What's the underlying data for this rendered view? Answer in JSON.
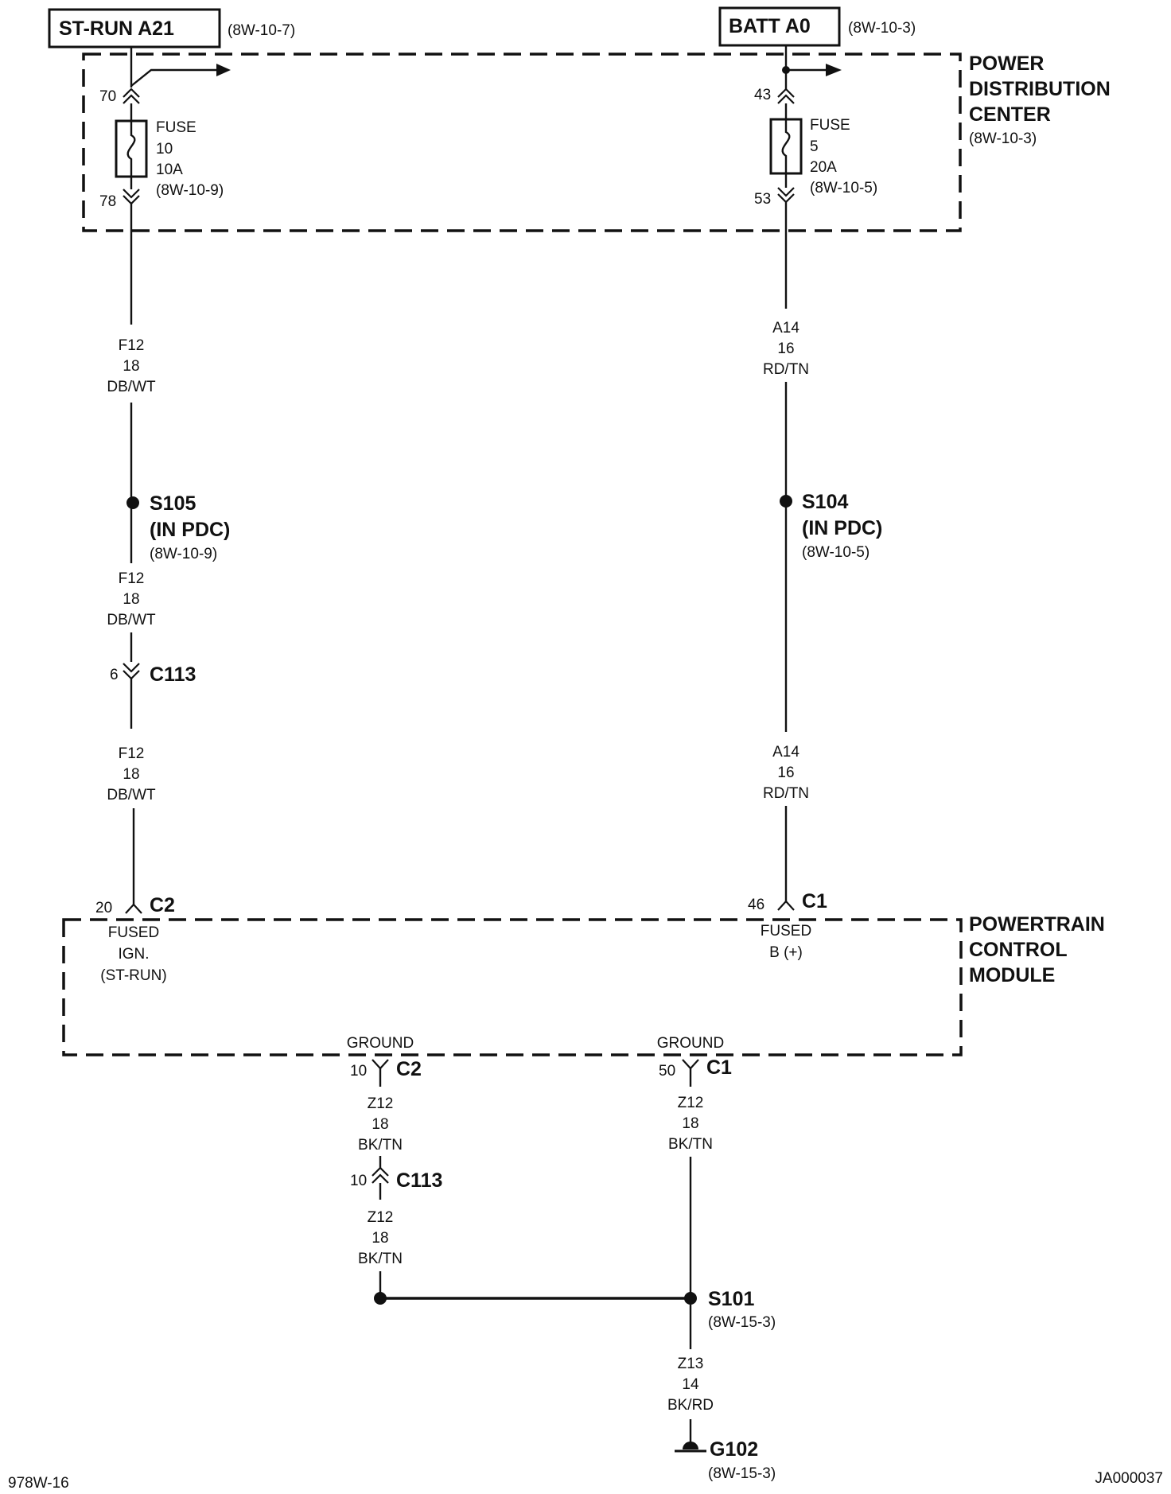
{
  "sources": {
    "st_run": {
      "name": "ST-RUN A21",
      "ref": "(8W-10-7)"
    },
    "batt": {
      "name": "BATT A0",
      "ref": "(8W-10-3)"
    }
  },
  "pdc": {
    "line1": "POWER",
    "line2": "DISTRIBUTION",
    "line3": "CENTER",
    "ref": "(8W-10-3)"
  },
  "fuse10": {
    "in_pin": "70",
    "out_pin": "78",
    "line1": "FUSE",
    "line2": "10",
    "line3": "10A",
    "ref": "(8W-10-9)"
  },
  "fuse5": {
    "in_pin": "43",
    "out_pin": "53",
    "line1": "FUSE",
    "line2": "5",
    "line3": "20A",
    "ref": "(8W-10-5)"
  },
  "wires": {
    "f12": {
      "circuit": "F12",
      "gauge": "18",
      "color": "DB/WT"
    },
    "a14": {
      "circuit": "A14",
      "gauge": "16",
      "color": "RD/TN"
    },
    "z12": {
      "circuit": "Z12",
      "gauge": "18",
      "color": "BK/TN"
    },
    "z13": {
      "circuit": "Z13",
      "gauge": "14",
      "color": "BK/RD"
    }
  },
  "splices": {
    "s105": {
      "name": "S105",
      "note": "(IN PDC)",
      "ref": "(8W-10-9)"
    },
    "s104": {
      "name": "S104",
      "note": "(IN PDC)",
      "ref": "(8W-10-5)"
    },
    "s101": {
      "name": "S101",
      "ref": "(8W-15-3)"
    }
  },
  "connectors": {
    "c113_f12": {
      "pin": "6",
      "name": "C113"
    },
    "c113_z12": {
      "pin": "10",
      "name": "C113"
    },
    "pcm_c2_ign": {
      "pin": "20",
      "name": "C2"
    },
    "pcm_c1_batt": {
      "pin": "46",
      "name": "C1"
    },
    "pcm_c2_gnd": {
      "pin": "10",
      "name": "C2"
    },
    "pcm_c1_gnd": {
      "pin": "50",
      "name": "C1"
    }
  },
  "pcm": {
    "line1": "POWERTRAIN",
    "line2": "CONTROL",
    "line3": "MODULE",
    "ign_line1": "FUSED",
    "ign_line2": "IGN.",
    "ign_line3": "(ST-RUN)",
    "batt_line1": "FUSED",
    "batt_line2": "B (+)",
    "ground_label": "GROUND"
  },
  "ground": {
    "name": "G102",
    "ref": "(8W-15-3)"
  },
  "footer": {
    "left": "978W-16",
    "right": "JA000037"
  }
}
